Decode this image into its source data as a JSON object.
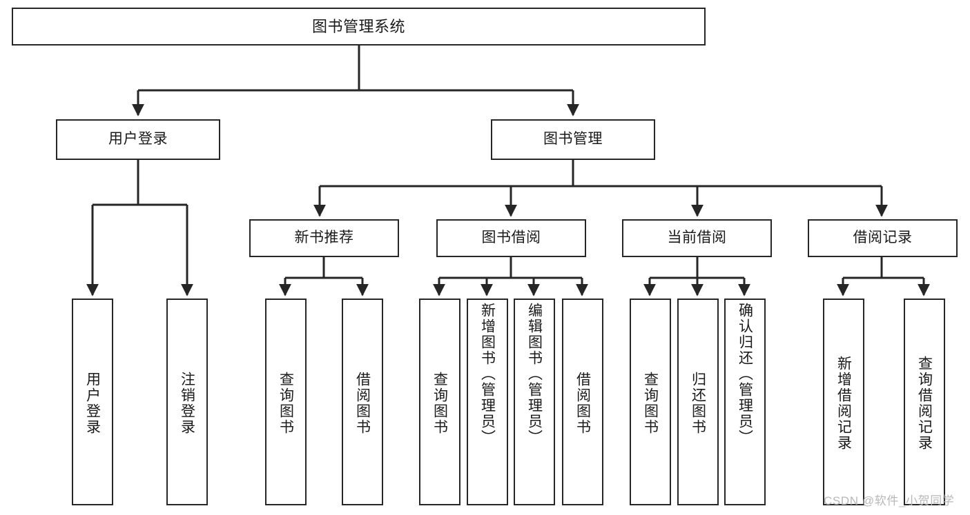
{
  "diagram": {
    "title": "图书管理系统",
    "type": "hierarchy-tree",
    "line_color": "#262626",
    "box_fill": "#ffffff",
    "text_color": "#1a1a1a",
    "levels": 4
  },
  "root": {
    "label": "图书管理系统"
  },
  "level2": [
    {
      "label": "用户登录"
    },
    {
      "label": "图书管理"
    }
  ],
  "level3": [
    {
      "label": "新书推荐"
    },
    {
      "label": "图书借阅"
    },
    {
      "label": "当前借阅"
    },
    {
      "label": "借阅记录"
    }
  ],
  "leaves": {
    "user_login": [
      {
        "label": "用户登录"
      },
      {
        "label": "注销登录"
      }
    ],
    "new_book_recommend": [
      {
        "label": "查询图书"
      },
      {
        "label": "借阅图书"
      }
    ],
    "book_borrow": [
      {
        "label": "查询图书"
      },
      {
        "label": "新增图书（管理员）"
      },
      {
        "label": "编辑图书（管理员）"
      },
      {
        "label": "借阅图书"
      }
    ],
    "current_borrow": [
      {
        "label": "查询图书"
      },
      {
        "label": "归还图书"
      },
      {
        "label": "确认归还（管理员）"
      }
    ],
    "borrow_record": [
      {
        "label": "新增借阅记录"
      },
      {
        "label": "查询借阅记录"
      }
    ]
  },
  "watermark": {
    "text": "CSDN @软件_小贺同学"
  }
}
